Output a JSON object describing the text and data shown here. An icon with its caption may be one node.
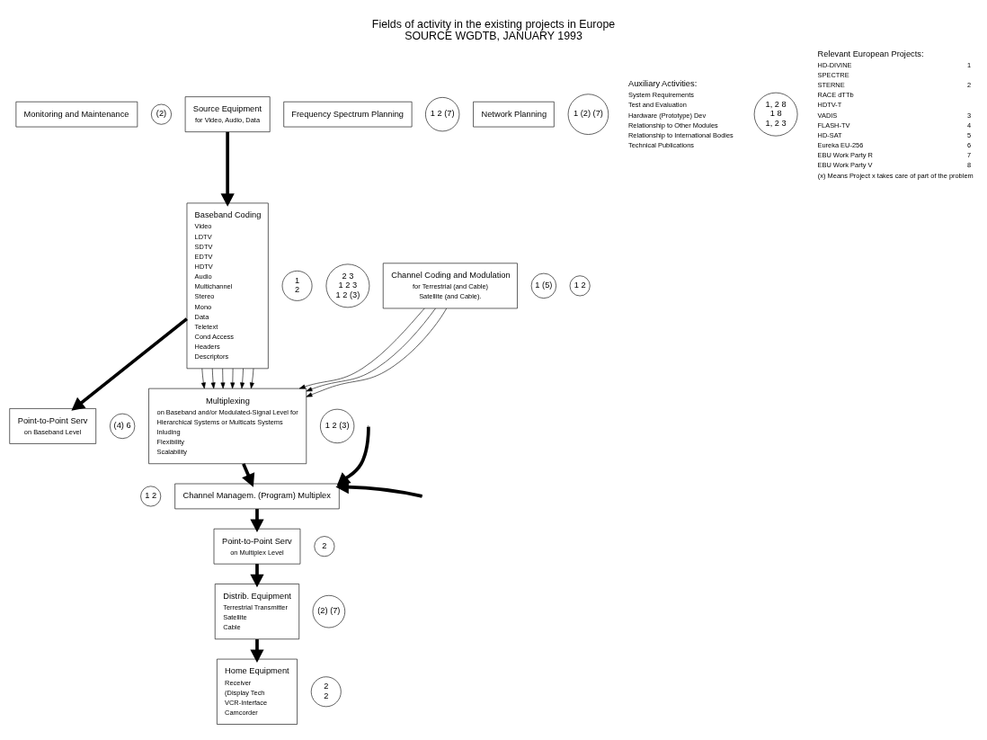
{
  "diagram": {
    "title": "Fields of activity in the existing projects in Europe",
    "caption": "SOURCE WGDTB, JANUARY 1993",
    "nodes": [
      {
        "text": [
          "Monitoring and Maintenance"
        ]
      },
      {
        "text": [
          "(2)"
        ]
      },
      {
        "text": [
          "Source Equipment",
          "for Video, Audio, Data"
        ]
      },
      {
        "text": [
          "Baseband Coding",
          "Video",
          "LDTV",
          "SDTV",
          "EDTV",
          "HDTV",
          "Audio",
          "Multichannel",
          "Stereo",
          "Mono",
          "Data",
          "Teletext",
          "Cond Access",
          "Headers",
          "Descriptors"
        ]
      },
      {
        "text": [
          "2 3",
          "1 2 3",
          "1 2 (3)"
        ]
      },
      {
        "text": [
          "1",
          "2"
        ]
      },
      {
        "text": [
          "Point-to-Point Serv",
          "on Baseband Level"
        ]
      },
      {
        "text": [
          "(4) 6"
        ]
      },
      {
        "text": [
          "Frequency Spectrum Planning"
        ]
      },
      {
        "text": [
          "1 2 (7)"
        ]
      },
      {
        "text": [
          "Network Planning"
        ]
      },
      {
        "text": [
          "1 (2) (7)"
        ]
      },
      {
        "text": [
          "Channel Coding and Modulation",
          "for Terrestrial (and Cable)",
          "Satellite (and Cable)."
        ]
      },
      {
        "text": [
          "1 2"
        ]
      },
      {
        "text": [
          "1 (5)"
        ]
      },
      {
        "text": [
          "Multiplexing",
          "on Baseband and/or Modulated-Signal Level for",
          "Hierarchical Systems or Multicats Systems",
          "Inluding",
          "Flexibility",
          "Scalability"
        ]
      },
      {
        "text": [
          "1 2 (3)"
        ]
      },
      {
        "text": [
          "Home Equipment",
          "Receiver",
          "(Display Tech",
          "VCR-Interface",
          "Camcorder"
        ]
      },
      {
        "text": [
          "2",
          "2"
        ]
      },
      {
        "text": [
          "Distrib. Equipment",
          "Terrestrial Transmitter",
          "Satellite",
          "Cable"
        ]
      },
      {
        "text": [
          "(2) (7)"
        ]
      },
      {
        "text": [
          "Point-to-Point Serv",
          "on Multiplex Level"
        ]
      },
      {
        "text": [
          "2"
        ]
      },
      {
        "text": [
          "1 2"
        ]
      },
      {
        "text": [
          "Channel Managem. (Program) Multiplex"
        ]
      },
      {
        "text": [
          "1, 2 8",
          "1 8",
          "1, 2 3"
        ]
      }
    ],
    "edges": [
      {
        "from": 2,
        "to": 3,
        "arrow": "to",
        "style": "thick"
      },
      {
        "from": 3,
        "to": 6,
        "arrow": "to",
        "style": "thick"
      },
      {
        "from": 3,
        "to": 15,
        "arrow": "to"
      },
      {
        "from": 3,
        "to": 15,
        "arrow": "to"
      },
      {
        "from": 3,
        "to": 15,
        "arrow": "to"
      },
      {
        "from": 3,
        "to": 15,
        "arrow": "to"
      },
      {
        "from": 3,
        "to": 15,
        "arrow": "to"
      },
      {
        "from": 3,
        "to": 15,
        "arrow": "to"
      },
      {
        "from": 12,
        "to": 15,
        "arrow": "to"
      },
      {
        "from": 12,
        "to": 15,
        "arrow": "to"
      },
      {
        "from": 12,
        "to": 15,
        "arrow": "to"
      },
      {
        "from": 15,
        "to": 24,
        "arrow": "to",
        "style": "thick"
      },
      {
        "from": 24,
        "to": 21,
        "arrow": "to",
        "style": "thick"
      },
      {
        "from": 21,
        "to": 19,
        "arrow": "to",
        "style": "thick"
      },
      {
        "from": 19,
        "to": 17,
        "arrow": "to",
        "style": "thick"
      },
      {
        "from": null,
        "to": 24,
        "arrow": "to",
        "style": "thick"
      },
      {
        "from": null,
        "to": 24,
        "arrow": "to",
        "style": "thick"
      }
    ],
    "labels": [
      "Auxiliary Activities:",
      "System Requirements",
      "Test and Evaluation",
      "Hardware (Prototype) Dev",
      "Relationship to Other Modules",
      "Relationship to International Bodies",
      "Technical Publications",
      "Relevant European Projects:",
      "HD-DIVINE",
      "1",
      "SPECTRE",
      "STERNE",
      "2",
      "RACE dTTb",
      "HDTV-T",
      "VADIS",
      "3",
      "FLASH-TV",
      "4",
      "HD-SAT",
      "5",
      "Eureka EU-256",
      "6",
      "EBU Work Party R",
      "7",
      "EBU Work Party V",
      "8",
      "(x) Means Project x takes care of part of the problem"
    ]
  }
}
